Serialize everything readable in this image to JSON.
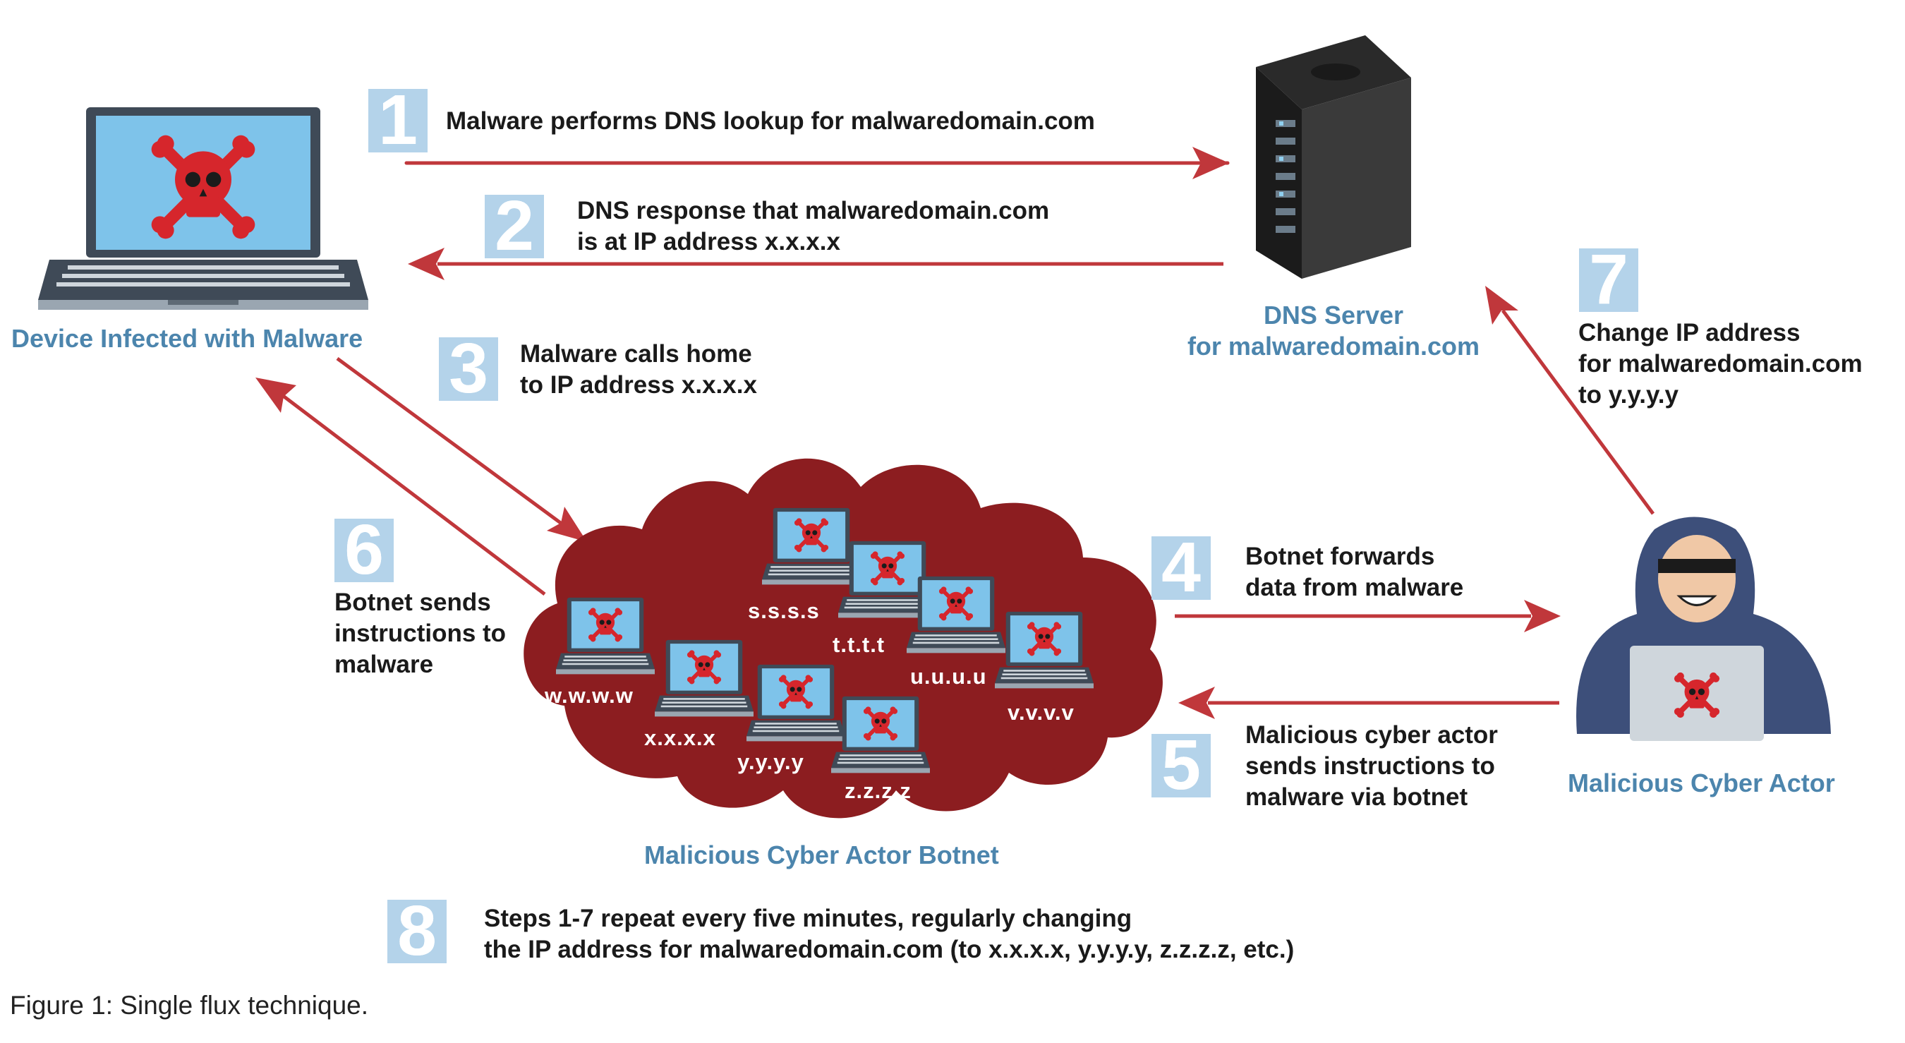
{
  "steps": [
    {
      "num": "1",
      "text": [
        "Malware performs DNS lookup for malwaredomain.com"
      ]
    },
    {
      "num": "2",
      "text": [
        "DNS response that malwaredomain.com",
        "is at IP address x.x.x.x"
      ]
    },
    {
      "num": "3",
      "text": [
        "Malware calls home",
        "to IP address x.x.x.x"
      ]
    },
    {
      "num": "4",
      "text": [
        "Botnet forwards",
        "data from malware"
      ]
    },
    {
      "num": "5",
      "text": [
        "Malicious cyber actor",
        "sends instructions to",
        "malware via botnet"
      ]
    },
    {
      "num": "6",
      "text": [
        "Botnet sends",
        "instructions to",
        "malware"
      ]
    },
    {
      "num": "7",
      "text": [
        "Change IP address",
        "for malwaredomain.com",
        "to y.y.y.y"
      ]
    },
    {
      "num": "8",
      "text": [
        "Steps 1-7 repeat every five minutes, regularly changing",
        "the IP address for malwaredomain.com (to x.x.x.x, y.y.y.y, z.z.z.z, etc.)"
      ]
    }
  ],
  "nodes": {
    "device": "Device Infected with Malware",
    "dns_server": [
      "DNS Server",
      "for malwaredomain.com"
    ],
    "actor": "Malicious Cyber Actor",
    "botnet": "Malicious Cyber Actor Botnet"
  },
  "botnet_ips": [
    "s.s.s.s",
    "t.t.t.t",
    "u.u.u.u",
    "v.v.v.v",
    "w.w.w.w",
    "x.x.x.x",
    "y.y.y.y",
    "z.z.z.z"
  ],
  "caption": "Figure 1: Single flux technique.",
  "colors": {
    "arrow": "#c0373b",
    "cloud": "#8c1d20",
    "label_blue": "#4c85ad",
    "step_box": "#b4d3ea",
    "skull": "#d6262c",
    "screen": "#7ec3ea"
  },
  "icons": [
    "laptop-icon",
    "skull-crossbones-icon",
    "server-icon",
    "hooded-hacker-icon",
    "cloud-icon"
  ]
}
